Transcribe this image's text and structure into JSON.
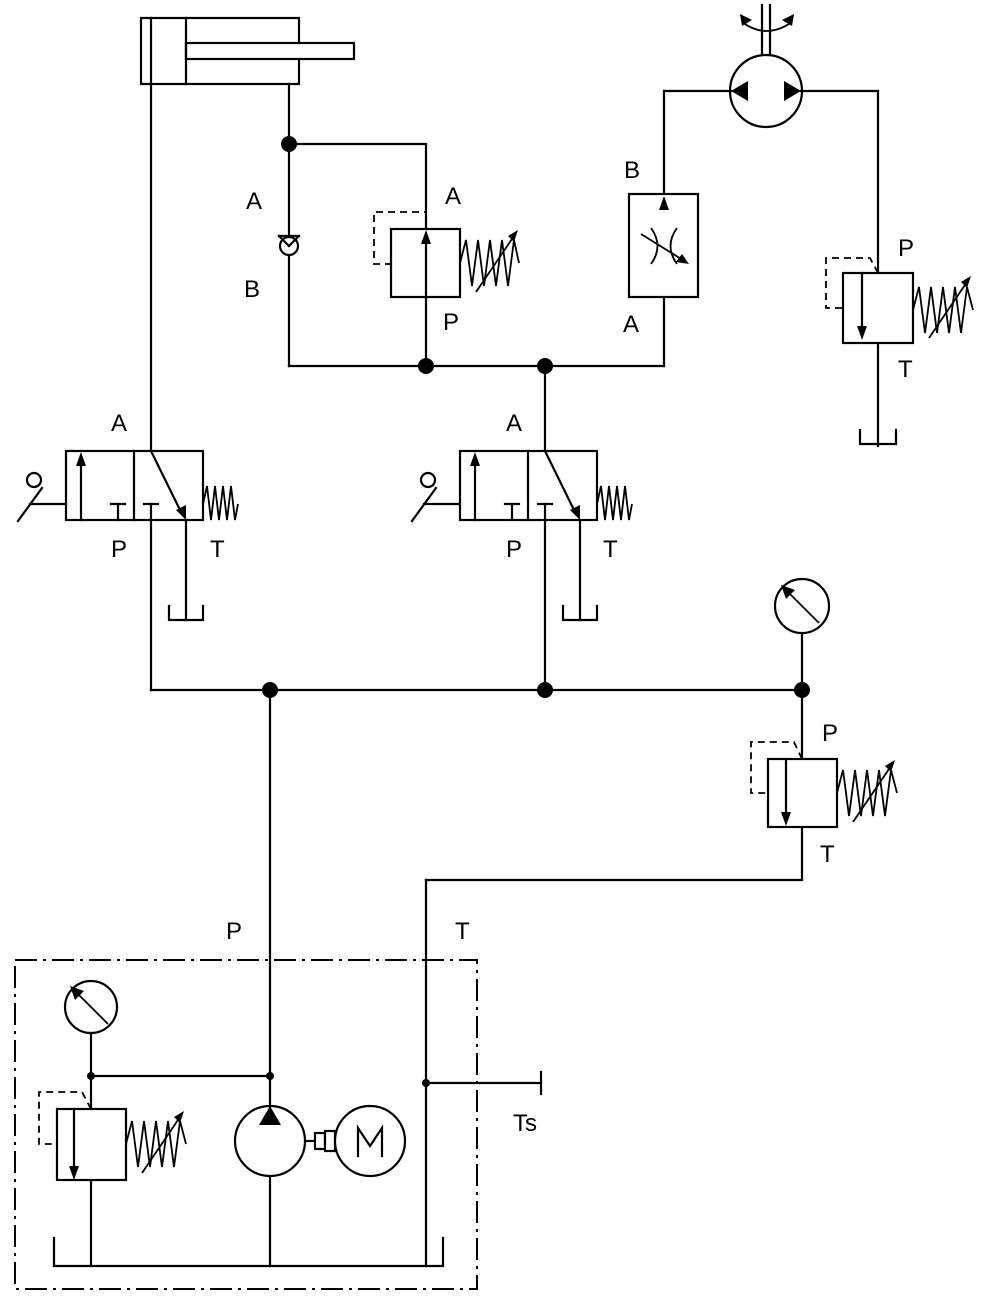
{
  "labels": {
    "check_valve_A": "A",
    "check_valve_B": "B",
    "seq_valve_A": "A",
    "seq_valve_P": "P",
    "throttle_B": "B",
    "throttle_A": "A",
    "motor_relief_P": "P",
    "motor_relief_T": "T",
    "valve_left_A": "A",
    "valve_left_P": "P",
    "valve_left_T": "T",
    "valve_mid_A": "A",
    "valve_mid_P": "P",
    "valve_mid_T": "T",
    "main_relief_P": "P",
    "main_relief_T": "T",
    "unit_P": "P",
    "unit_T": "T",
    "unit_Ts": "Ts",
    "motor": "M"
  }
}
